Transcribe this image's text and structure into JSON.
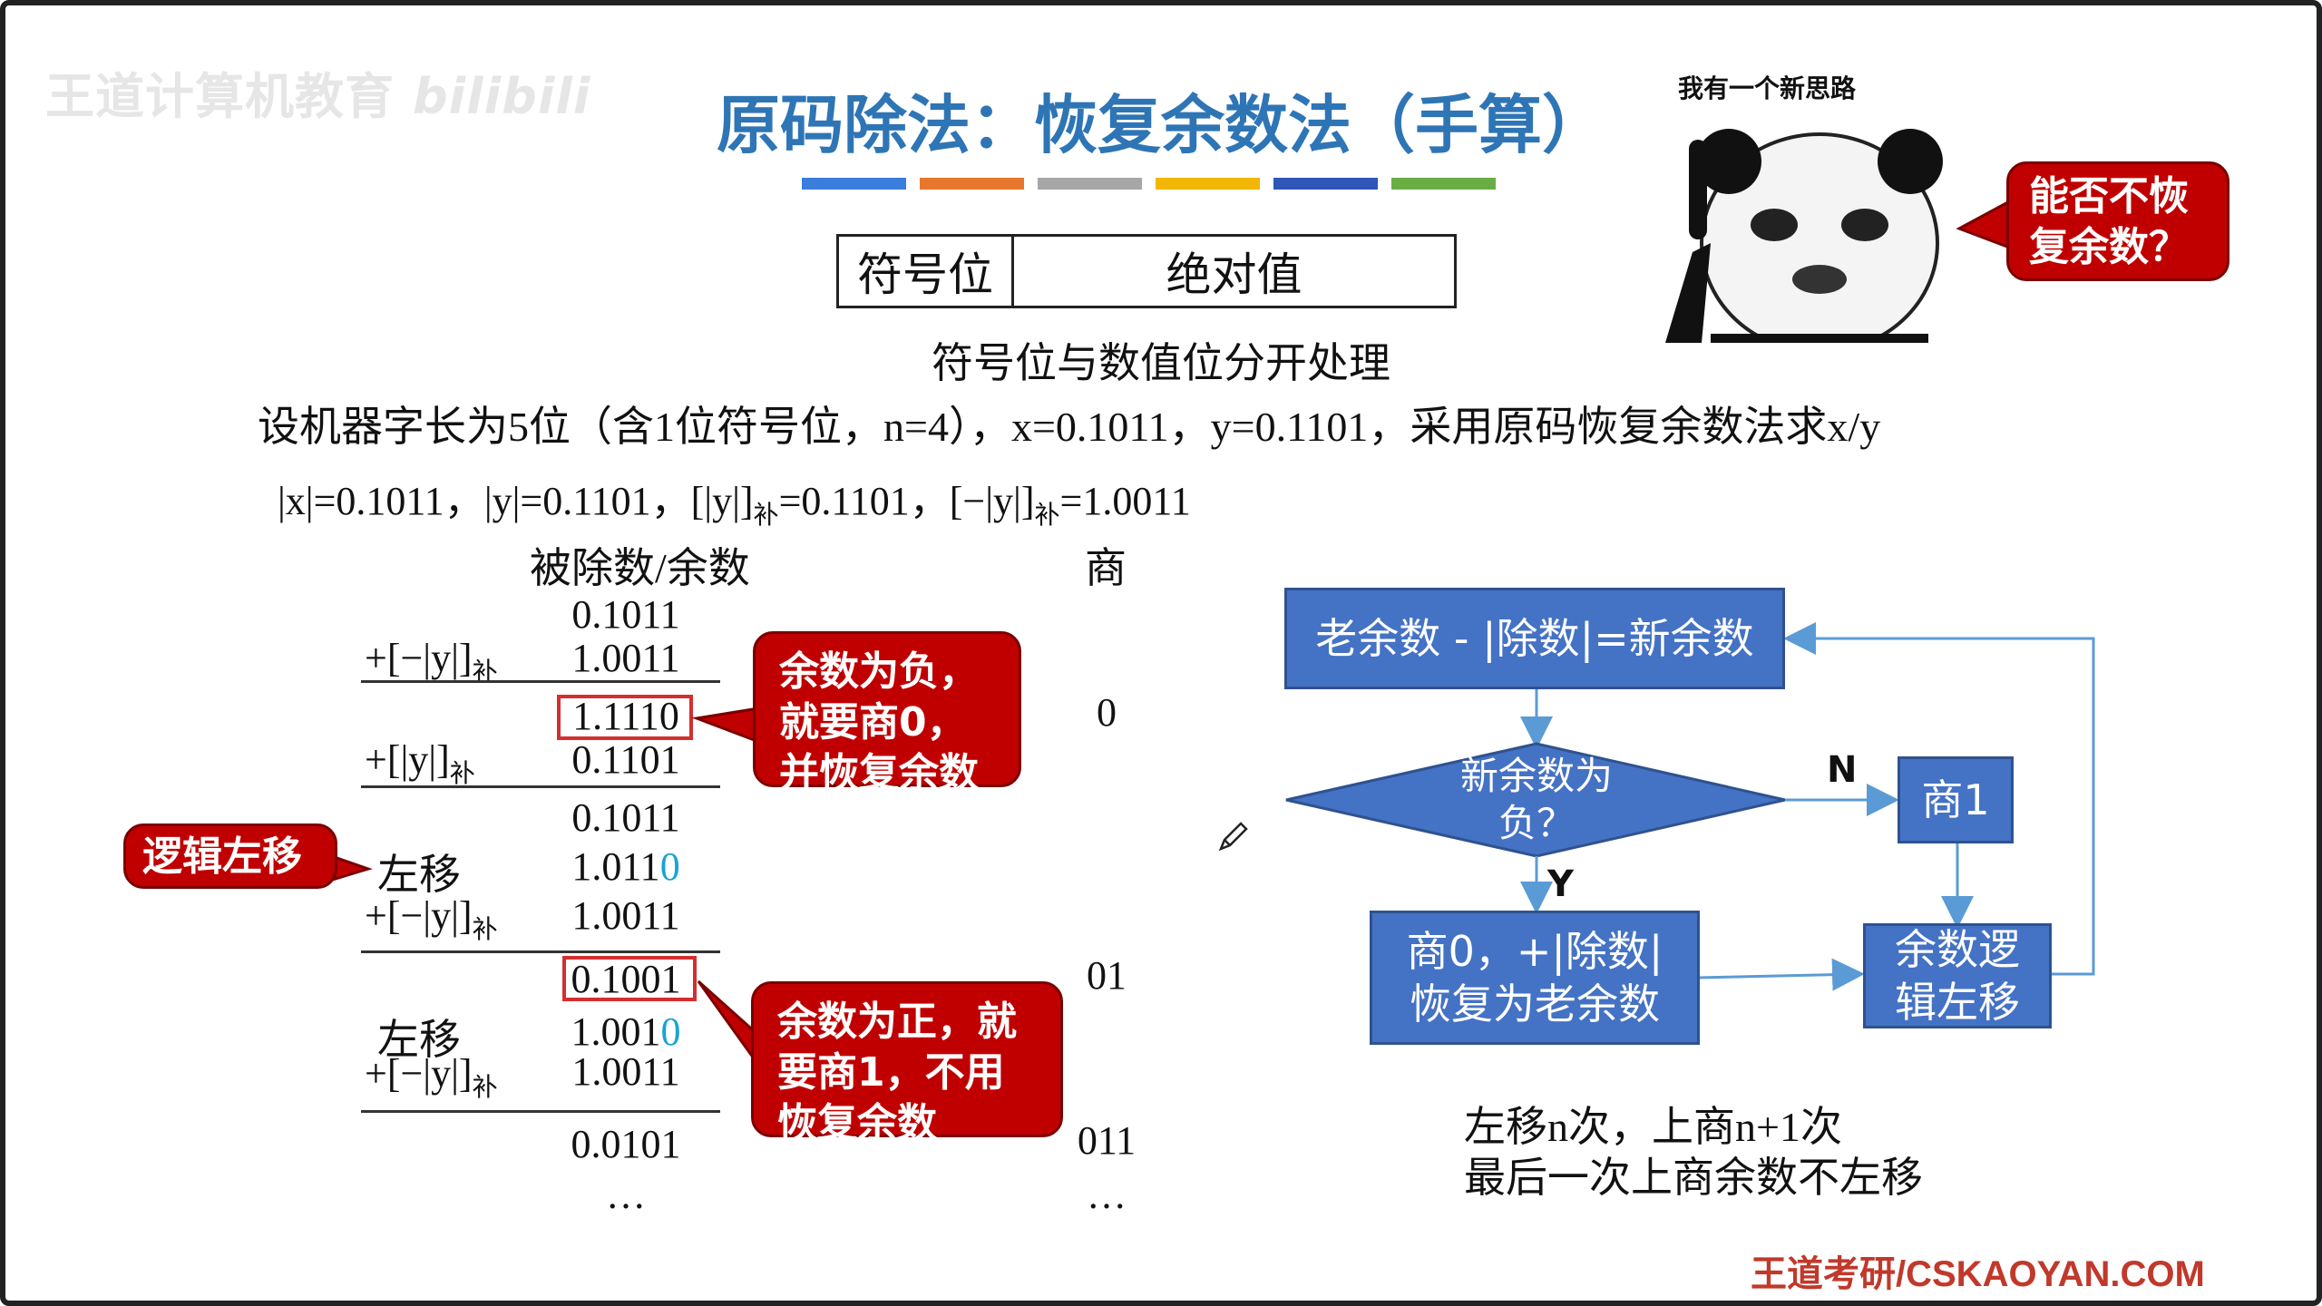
{
  "watermark": {
    "org": "王道计算机教育",
    "platform": "bilibili"
  },
  "title": "原码除法：恢复余数法（手算）",
  "title_bar_colors": [
    "#3b7ddd",
    "#e8772e",
    "#a6a6a6",
    "#f2b705",
    "#3056b8",
    "#6aad45"
  ],
  "format_box": {
    "sign": "符号位",
    "magnitude": "绝对值"
  },
  "subtitle": "符号位与数值位分开处理",
  "problem": "设机器字长为5位（含1位符号位，n=4），x=0.1011，y=0.1101，采用原码恢复余数法求x/y",
  "abs_values": {
    "x_abs": "|x|=0.1011，",
    "y_abs": "|y|=0.1101，",
    "y_comp": "[|y|]",
    "y_comp_val": "=0.1101，",
    "neg_y_comp": "[−|y|]",
    "neg_y_comp_val": "=1.0011",
    "sub_label": "补"
  },
  "columns": {
    "dividend": "被除数/余数",
    "quotient": "商"
  },
  "steps": {
    "r0": "0.1011",
    "op1": "+[−|y|]",
    "v1": "1.0011",
    "r1": "1.1110",
    "q1": "0",
    "op2": "+[|y|]",
    "v2": "0.1101",
    "r2": "0.1011",
    "shift1": "左移",
    "s1a": "1.011",
    "s1b": "0",
    "op3": "+[−|y|]",
    "v3": "1.0011",
    "r3": "0.1001",
    "q2": "01",
    "shift2": "左移",
    "s2a": "1.001",
    "s2b": "0",
    "op4": "+[−|y|]",
    "v4": "1.0011",
    "r4": "0.0101",
    "q3": "011",
    "ell": "…",
    "ell_q": "…",
    "sub": "补"
  },
  "callouts": {
    "neg": [
      "余数为负，",
      "就要商0，",
      "并恢复余数"
    ],
    "pos": [
      "余数为正，就",
      "要商1，不用",
      "恢复余数"
    ],
    "shift": "逻辑左移",
    "meme_caption": "我有一个新思路",
    "meme_bubble": [
      "能否不恢",
      "复余数？"
    ]
  },
  "flowchart": {
    "step1": "老余数 - |除数|=新余数",
    "decision": [
      "新余数为",
      "负？"
    ],
    "no_label": "N",
    "yes_label": "Y",
    "q1_box": "商1",
    "q0_box": [
      "商0，+|除数|",
      "恢复为老余数"
    ],
    "shift_box": [
      "余数逻",
      "辑左移"
    ]
  },
  "notes": [
    "左移n次，上商n+1次",
    "最后一次上商余数不左移"
  ],
  "footer": "王道考研/CSKAOYAN.COM"
}
